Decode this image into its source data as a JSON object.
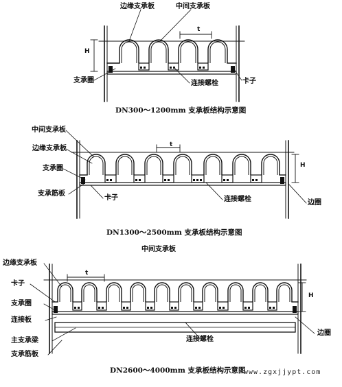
{
  "diagrams": [
    {
      "caption": "DN300～1200mm 支承板结构示意图",
      "labels": {
        "edge_plate": "边缘支承板",
        "middle_plate": "中间支承板",
        "support_ring": "支承圈",
        "connect_bolt": "连接螺栓",
        "clip": "卡子",
        "dim_h": "H",
        "dim_t": "t"
      }
    },
    {
      "caption": "DN1300～2500mm 支承板结构示意图",
      "labels": {
        "middle_plate": "中间支承板",
        "edge_plate": "边缘支承板",
        "support_ring": "支承圈",
        "rib_plate": "支承筋板",
        "clip": "卡子",
        "connect_bolt": "连接螺栓",
        "edge_ring": "边圈",
        "dim_h": "H",
        "dim_t": "t"
      }
    },
    {
      "caption": "DN2600～4000mm 支承板结构示意图",
      "labels": {
        "middle_plate": "中间支承板",
        "edge_plate": "边缘支承板",
        "clip": "卡子",
        "support_ring": "支承圈",
        "connect_plate": "连接板",
        "main_beam": "主支承梁",
        "rib_plate": "支承筋板",
        "connect_bolt": "连接螺栓",
        "edge_ring": "边圈",
        "dim_h": "H",
        "dim_t": "t"
      }
    }
  ],
  "watermark": "www.zgxjjypt.com"
}
